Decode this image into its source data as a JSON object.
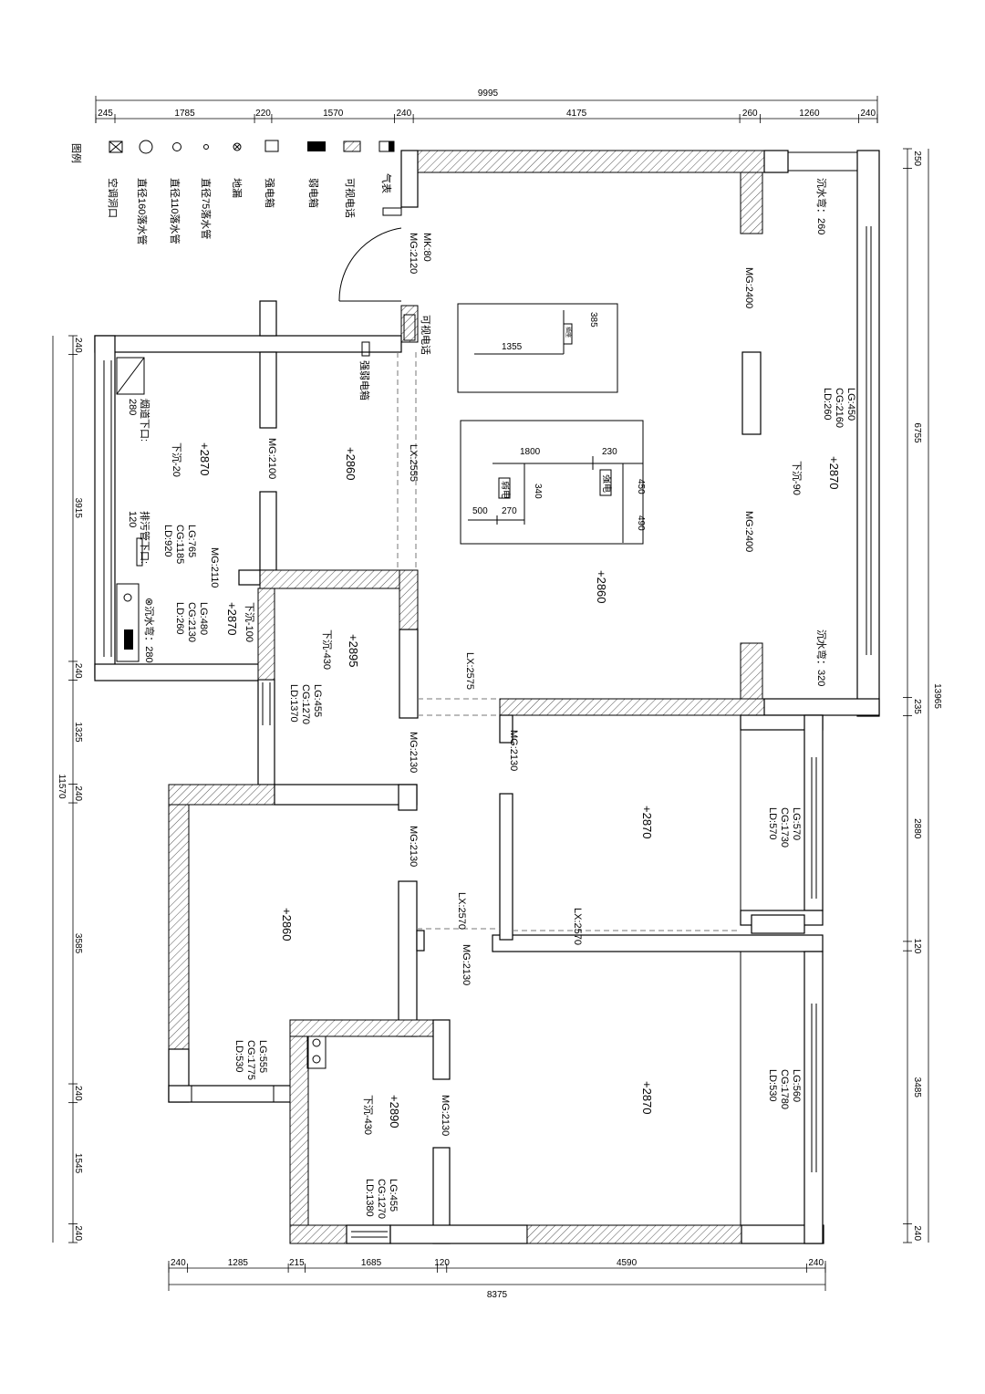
{
  "dims": {
    "top_total": "9995",
    "top": [
      "245",
      "1785",
      "220",
      "1570",
      "240",
      "4175",
      "260",
      "1260",
      "240"
    ],
    "right_total": "13965",
    "right": [
      "250",
      "6755",
      "235",
      "2880",
      "120",
      "3485",
      "240"
    ],
    "left_total": "11570",
    "left": [
      "240",
      "3915",
      "240",
      "1325",
      "240",
      "3585",
      "240",
      "1545",
      "240"
    ],
    "bottom_total": "8375",
    "bottom": [
      "240",
      "1285",
      "215",
      "1685",
      "120",
      "4590",
      "240"
    ]
  },
  "legend": {
    "title": "图例",
    "items": [
      {
        "icon": "ac-hole-icon",
        "label": "空调洞口"
      },
      {
        "icon": "pipe-160-icon",
        "label": "直径160落水管"
      },
      {
        "icon": "pipe-110-icon",
        "label": "直径110落水管"
      },
      {
        "icon": "pipe-75-icon",
        "label": "直径75落水管"
      },
      {
        "icon": "floor-drain-icon",
        "label": "地漏"
      },
      {
        "icon": "strong-box-icon",
        "label": "强电箱"
      },
      {
        "icon": "weak-box-icon",
        "label": "弱电箱"
      },
      {
        "icon": "intercom-icon",
        "label": "可视电话"
      },
      {
        "icon": "gas-meter-icon",
        "label": "气表"
      }
    ]
  },
  "labels": {
    "mk": "MK:80",
    "mg_entry": "MG:2120",
    "intercom": "可视电话",
    "strong_weak": "强弱电箱",
    "mg2400_a": "MG:2400",
    "mg2400_b": "MG:2400",
    "sink_260": "沉水弯：260",
    "sink_320": "沉水弯：320",
    "living_win": [
      "LG:450",
      "CG:2160",
      "LD:260"
    ],
    "living_drop": "下沉-90",
    "living_h": "+2870",
    "living_h2": "+2860",
    "d385": "385",
    "d1355": "1355",
    "d1800": "1800",
    "d230": "230",
    "d450": "450",
    "d490": "490",
    "d340": "340",
    "d500": "500",
    "d270": "270",
    "strong": "强电",
    "weak": "弱电",
    "socket": "插座",
    "lx2555": "LX:2555",
    "lx2575": "LX:2575",
    "kitchen_h": "+2860",
    "mg2100": "MG:2100",
    "flue": "烟道下口:",
    "flue_v": "280",
    "kit2_h": "+2870",
    "kit2_drop": "下沉-20",
    "sewer": "排污管下口:",
    "sewer_v": "120",
    "kit_win": [
      "LG:765",
      "CG:1185",
      "LD:920"
    ],
    "mg2110": "MG:2110",
    "bal_drop": "下沉-100",
    "bal_h": "+2870",
    "bal_win": [
      "LG:480",
      "CG:2130",
      "LD:260"
    ],
    "bal_sink": "⊗沉水弯：280",
    "bath1_h": "+2895",
    "bath1_drop": "下沉-430",
    "bath1_win": [
      "LG:455",
      "CG:1270",
      "LD:1370"
    ],
    "mg2130_a": "MG:2130",
    "mg2130_b": "MG:2130",
    "mg2130_c": "MG:2130",
    "mg2130_d": "MG:2130",
    "mg2130_e": "MG:2130",
    "br1_h": "+2870",
    "br1_win": [
      "LG:570",
      "CG:1730",
      "LD:570"
    ],
    "lx2570_a": "LX:2570",
    "lx2570_b": "LX:2570",
    "br2_h": "+2860",
    "br2_win": [
      "LG:555",
      "CG:1775",
      "LD:530"
    ],
    "bath2_h": "+2890",
    "bath2_drop": "下沉-430",
    "bath2_win": [
      "LG:455",
      "CG:1270",
      "LD:1380"
    ],
    "master_h": "+2870",
    "master_win": [
      "LG:560",
      "CG:1780",
      "LD:530"
    ]
  }
}
